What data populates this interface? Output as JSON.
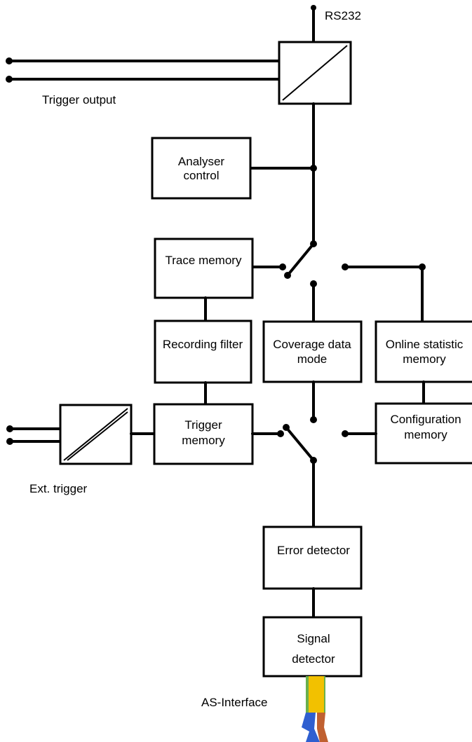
{
  "labels": {
    "rs232": "RS232",
    "trigger_output": "Trigger output",
    "analyser_control": [
      "Analyser",
      "control"
    ],
    "trace_memory": "Trace memory",
    "recording_filter": "Recording filter",
    "coverage_data_mode": [
      "Coverage data",
      "mode"
    ],
    "online_statistic_memory": [
      "Online statistic",
      "memory"
    ],
    "trigger_memory": [
      "Trigger",
      "memory"
    ],
    "configuration_memory": [
      "Configuration",
      "memory"
    ],
    "ext_trigger": "Ext.  trigger",
    "error_detector": "Error detector",
    "signal_detector": [
      "Signal",
      "detector"
    ],
    "as_interface": "AS-Interface"
  },
  "colors": {
    "cable_yellow": "#f2c100",
    "cable_blue": "#2f5fd0",
    "cable_brown": "#c06030",
    "cable_green": "#6ab04c"
  }
}
